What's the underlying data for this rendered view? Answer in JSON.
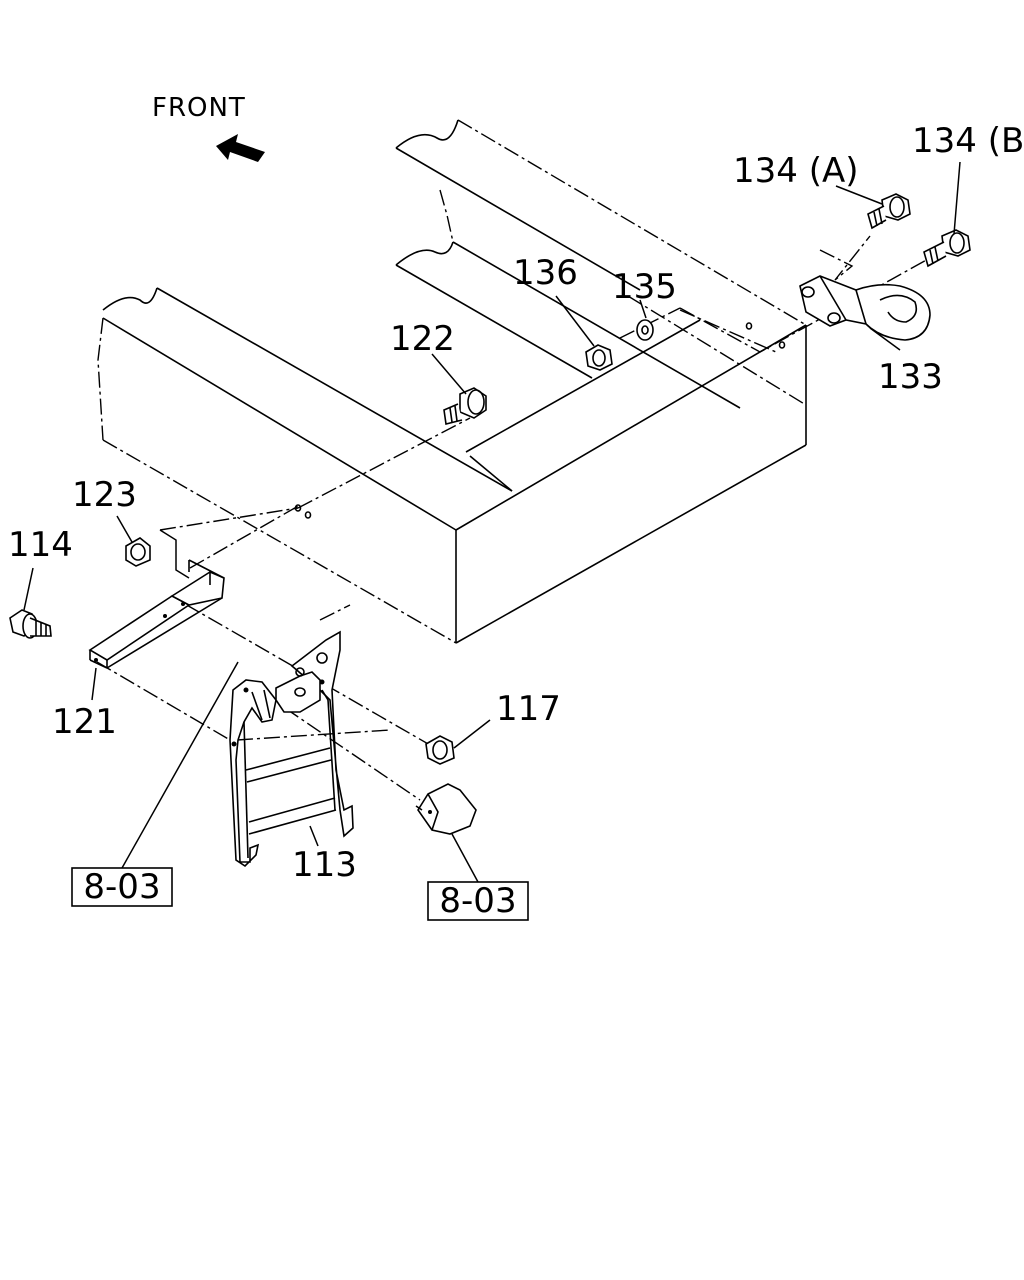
{
  "direction_label": "FRONT",
  "parts": {
    "p114": "114",
    "p123": "123",
    "p121": "121",
    "p122": "122",
    "p136": "136",
    "p135": "135",
    "p134a": "134 (A)",
    "p134b": "134 (B)",
    "p133": "133",
    "p117": "117",
    "p113": "113"
  },
  "refs": {
    "left": "8-03",
    "right": "8-03"
  }
}
